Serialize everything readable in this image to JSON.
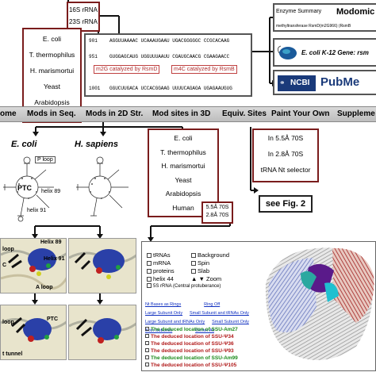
{
  "rrna_box": [
    "16S rRNA",
    "23S rRNA"
  ],
  "organisms": [
    "E. coli",
    "T. thermophilus",
    "H. marismortui",
    "Yeast",
    "Arabidopsis",
    "Human"
  ],
  "alignment": {
    "rows": [
      {
        "num": "901",
        "seq": "AGGUUAAAAC UCAAAUGAAU UGACGGGGGC CCGCACAAG"
      },
      {
        "num": "951",
        "seq": "GUGGAGCAUG UGGUUUAAUU CGAUGCAACG CGAAGAACC"
      },
      {
        "num": "1001",
        "seq": "GGUCUUGACA UCCACGGAAG UUUUCAGAGA UGAGAAUGUG"
      }
    ],
    "labels": [
      "m2G catalyzed by RsmD",
      "m4C catalyzed by RsmB"
    ]
  },
  "modomics": {
    "section": "Enzyme Summary",
    "title": "Modomic",
    "enzyme_line": "methyltransferase RsmD(m2G966) (RsmB",
    "gene_line": "E. coli K-12 Gene: rsm",
    "ncbi": "NCBI",
    "pubmed": "PubMe"
  },
  "nav": [
    "ome",
    "Mods in Seq.",
    "Mods in 2D Str.",
    "Mod sites in 3D",
    "Equiv. Sites",
    "Paint Your Own",
    "Suppleme"
  ],
  "panels": {
    "left_title": "E. coli",
    "right_title": "H. sapiens"
  },
  "ecoli_2d": [
    "P loop",
    "PTC",
    "helix 89",
    "helix 91"
  ],
  "ribo_labels": {
    "top": [
      "Helix 89",
      "loop",
      "Helix 91",
      "C",
      "A loop"
    ],
    "bottom": [
      "PTC",
      "loop",
      "t tunnel"
    ]
  },
  "organisms2": [
    "E. coli",
    "T. thermophilus",
    "H. marismortui",
    "Yeast",
    "Arabidopsis",
    "Human"
  ],
  "sub_selector": [
    "5.5Å 70S",
    "2.8Å 70S"
  ],
  "selector": [
    "In 5.5Å 70S",
    "In 2.8Å 70S",
    "tRNA Nt selector"
  ],
  "see_fig": "see Fig. 2",
  "checkboxes": {
    "left": [
      "tRNAs",
      "mRNA",
      "proteins",
      "helix 44",
      "5S rRNA (Central protuberance)"
    ],
    "right": [
      "Background",
      "Spin",
      "Slab",
      "▲ ▼ Zoom"
    ]
  },
  "links": [
    [
      "Nt Bases as Rings",
      "Ring Off"
    ],
    [
      "Large Subunit Only",
      "Small Subunit and tRNAs Only"
    ],
    [
      "Large Subunit and tRNAs Only",
      "Small Subunit Only"
    ],
    [
      "Both Subunits",
      "Center All"
    ]
  ],
  "ssu_lines": [
    {
      "text": "The deduced location of SSU-Am27",
      "color": "#1a8a1a"
    },
    {
      "text": "The deduced location of SSU-Ψ34",
      "color": "#b01818"
    },
    {
      "text": "The deduced location of SSU-Ψ36",
      "color": "#b01818"
    },
    {
      "text": "The deduced location of SSU-Ψ93",
      "color": "#b01818"
    },
    {
      "text": "The deduced location of SSU-Am99",
      "color": "#1a8a1a"
    },
    {
      "text": "The deduced location of SSU-Ψ105",
      "color": "#b01818"
    }
  ]
}
